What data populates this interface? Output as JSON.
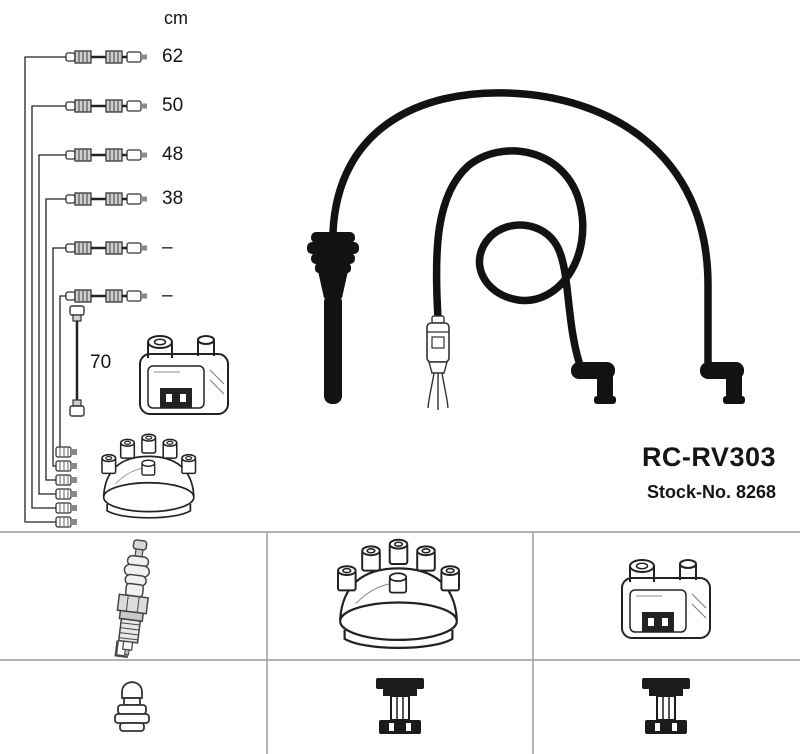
{
  "measurements": {
    "unit_label": "cm",
    "rows": [
      {
        "value": "62"
      },
      {
        "value": "50"
      },
      {
        "value": "48"
      },
      {
        "value": "38"
      },
      {
        "value": "–"
      },
      {
        "value": "–"
      }
    ],
    "coil_wire_length": "70"
  },
  "product": {
    "code": "RC-RV303",
    "stock_label": "Stock-No. 8268"
  },
  "colors": {
    "background": "#ffffff",
    "line_art": "#222222",
    "cable_black": "#121212",
    "grid_line": "#9b9b9b",
    "text": "#141414"
  },
  "icons": [
    "ignition-cable-icon",
    "coil-wire-icon",
    "ignition-coil-icon",
    "distributor-cap-icon",
    "spark-plug-icon",
    "plug-boot-icon",
    "terminal-connector-icon",
    "right-angle-boot-icon",
    "straight-connector-icon"
  ]
}
